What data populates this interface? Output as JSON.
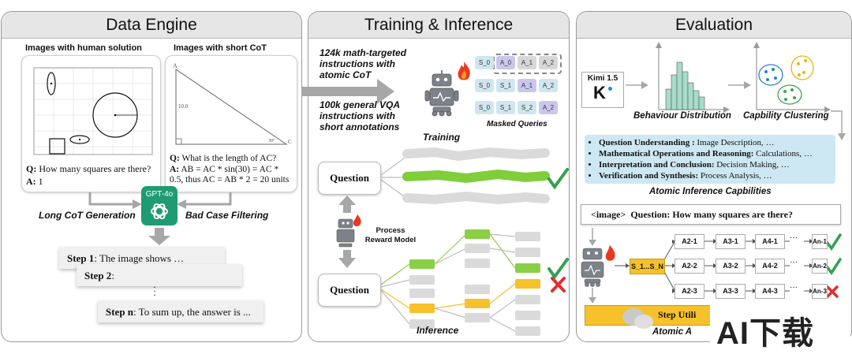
{
  "panels": {
    "data_engine": {
      "title": "Data Engine",
      "left_header": "Images with human solution",
      "right_header": "Images with short CoT",
      "left_q_label": "Q:",
      "left_q_text": " How many squares are there?",
      "left_a_label": "A:",
      "left_a_text": " 1",
      "right_q_label": "Q:",
      "right_q_text": " What is the length of AC?",
      "right_a_label": "A:",
      "right_a_text": " AB = AC * sin(30) = AC * 0.5, thus AC = AB * 2 = 20 units",
      "triangle_top_label": "A",
      "triangle_side_label": "10.0",
      "triangle_angle_label": "30°",
      "triangle_corner_label": "C",
      "model_label": "GPT-4o",
      "left_flow_label": "Long CoT Generation",
      "right_flow_label": "Bad Case Filtering",
      "step1_label": "Step 1",
      "step1_text": ": The image shows …",
      "step2_label": "Step 2",
      "step2_text": ":",
      "stepn_label": "Step n",
      "stepn_text": ": To sum up, the answer is ..."
    },
    "training": {
      "title": "Training & Inference",
      "dataset1": "124k math-targeted instructions with atomic CoT",
      "dataset2": "100k general VQA instructions with short annotations",
      "training_label": "Training",
      "masked_label": "Masked Queries",
      "tokens": [
        [
          "S_0",
          "A_0",
          "A_1",
          "A_2"
        ],
        [
          "S_0",
          "S_1",
          "A_1",
          "A_2"
        ],
        [
          "S_0",
          "S_1",
          "S_2",
          "A_2"
        ]
      ],
      "question_label": "Question",
      "prm_label": "Process Reward Model",
      "inference_label": "Inference"
    },
    "evaluation": {
      "title": "Evaluation",
      "model_name": "Kimi 1.5",
      "model_letter": "K",
      "behaviour_label": "Behaviour Distribution",
      "clustering_label": "Capbility Clustering",
      "capabilities": [
        {
          "bold": "Question Understanding :",
          "rest": " Image Description, …"
        },
        {
          "bold": "Mathematical Operations and Reasoning:",
          "rest": " Calculations, …"
        },
        {
          "bold": "Interpretation and Conclusion:",
          "rest": " Decision Making, …"
        },
        {
          "bold": "Verification and Synthesis:",
          "rest": " Process Analysis, …"
        }
      ],
      "capabilities_caption": "Atomic Inference Capbilities",
      "question_prompt": "<image>  Question: How many squares are there?",
      "chain_start": "S_1...S_N",
      "chains": [
        [
          "A2-1",
          "A3-1",
          "A4-1",
          "An-1"
        ],
        [
          "A2-2",
          "A3-2",
          "A4-2",
          "An-2"
        ],
        [
          "A2-3",
          "A3-3",
          "A4-3",
          "An-3"
        ]
      ],
      "ellipsis": "···",
      "step_util_text": "Step Utili",
      "bottom_caption": "Atomic A"
    }
  },
  "watermark": "AI下载",
  "colors": {
    "green_path": "#7fce3a",
    "yellow_path": "#f6c12a",
    "gpt_green": "#1f9b74",
    "capability_box": "#cde8f3",
    "check": "#35a050",
    "cross": "#e03030"
  }
}
